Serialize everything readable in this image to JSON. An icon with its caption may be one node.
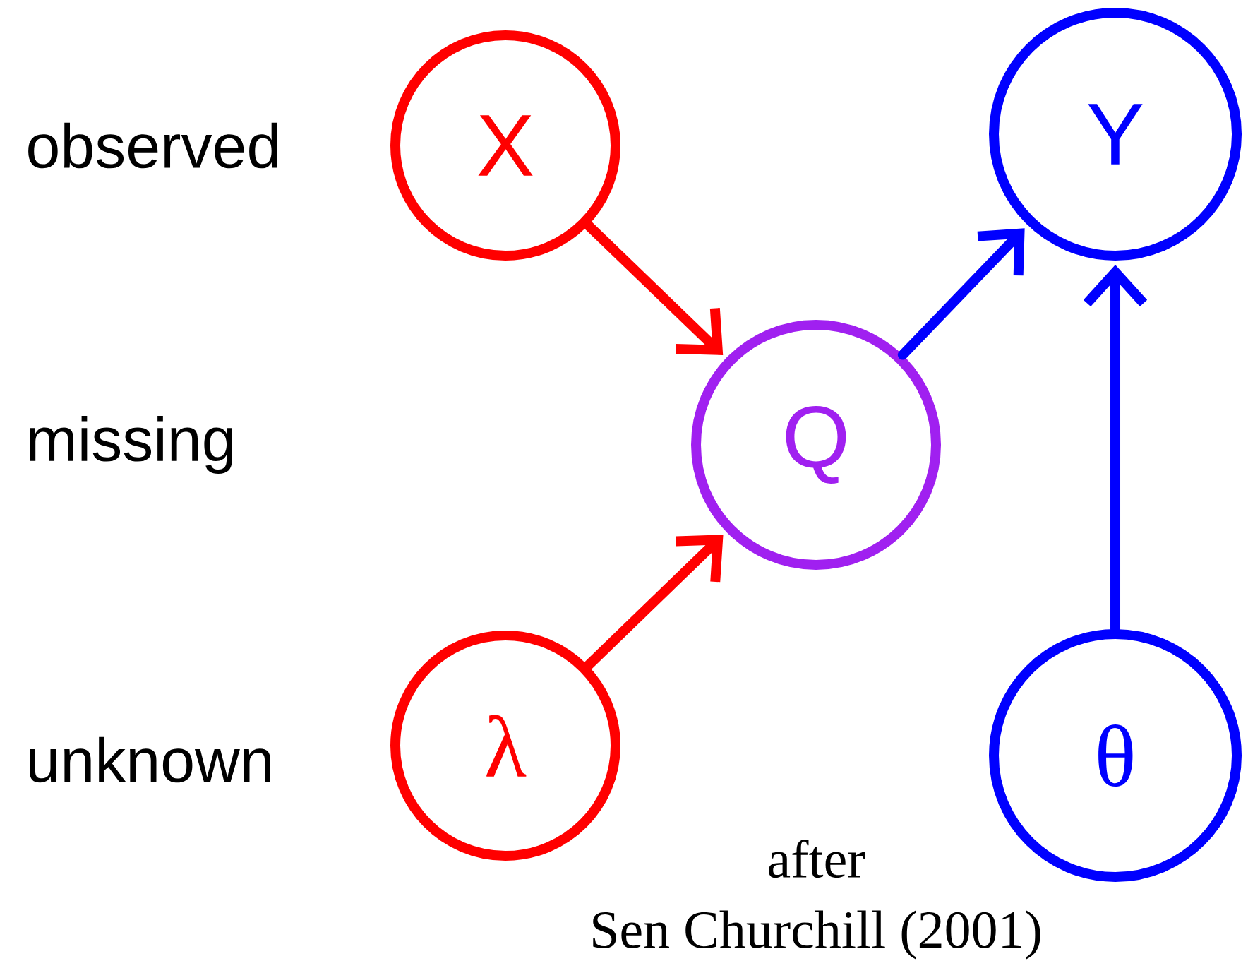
{
  "diagram": {
    "nodes": [
      {
        "text": [
          "X"
        ]
      },
      {
        "text": [
          "Q"
        ]
      },
      {
        "text": [
          "Y"
        ]
      },
      {
        "text": [
          "λ"
        ]
      },
      {
        "text": [
          "θ"
        ]
      }
    ],
    "edges": [
      {
        "from": 0,
        "to": 1,
        "arrow": "to",
        "color": "#ff0000"
      },
      {
        "from": 3,
        "to": 1,
        "arrow": "to",
        "color": "#ff0000"
      },
      {
        "from": 1,
        "to": 2,
        "arrow": "to",
        "color": "#0000ff"
      },
      {
        "from": 4,
        "to": 2,
        "arrow": "to",
        "color": "#0000ff"
      }
    ],
    "labels": [
      "observed",
      "missing",
      "unknown",
      "after",
      "Sen Churchill (2001)"
    ]
  }
}
